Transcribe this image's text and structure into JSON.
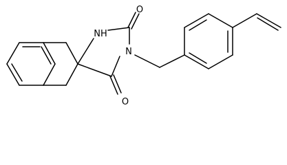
{
  "structure": {
    "atoms": {
      "o_top": "O",
      "nh": "NH",
      "n": "N",
      "o_bottom": "O"
    },
    "colors": {
      "bond": "#000000",
      "label": "#000000",
      "background": "#ffffff"
    }
  }
}
